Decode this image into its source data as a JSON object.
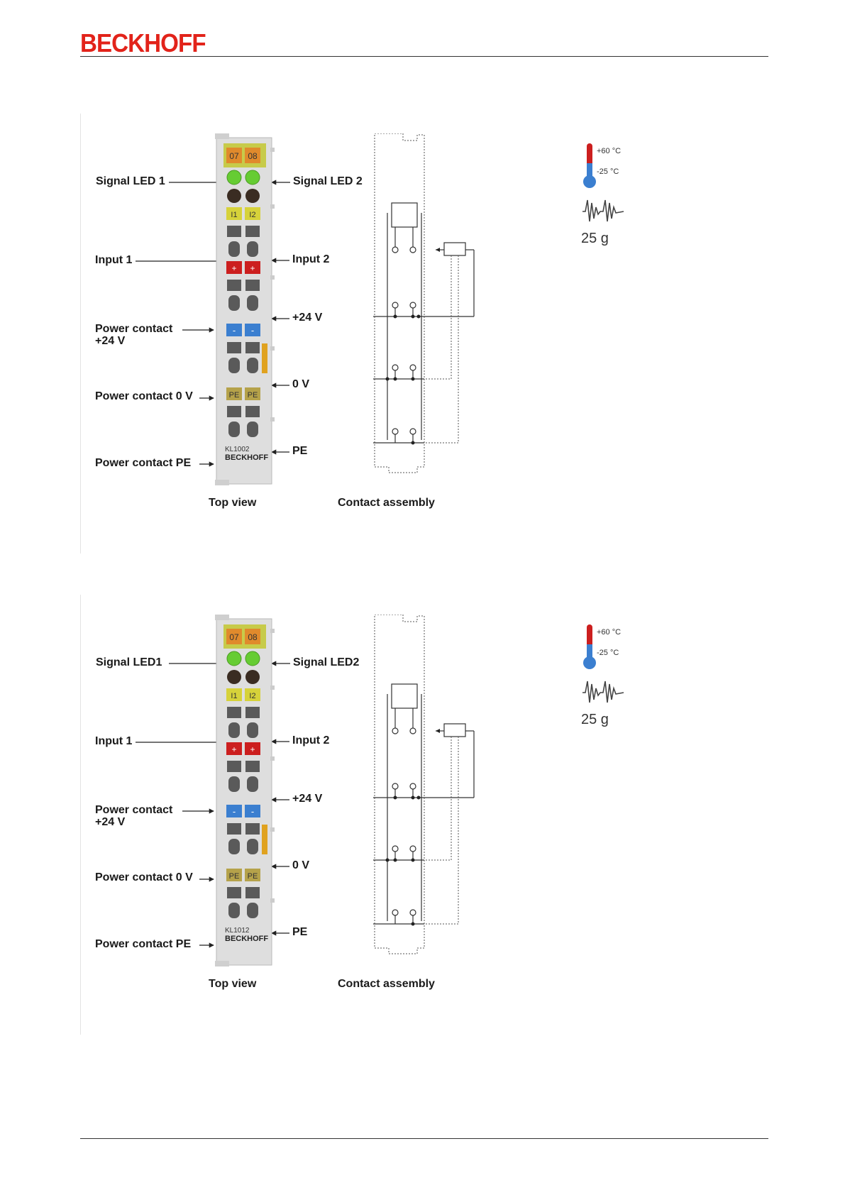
{
  "header": {
    "brand": "BECKHOFF"
  },
  "sections": [
    {
      "model": "KL1002",
      "module_brand": "BECKHOFF",
      "labels": {
        "signal_led_left": "Signal LED 1",
        "signal_led_right": "Signal LED 2",
        "input_left": "Input 1",
        "input_right": "Input 2",
        "power_24_right": "+24 V",
        "power_contact_24_l1": "Power contact",
        "power_contact_24_l2": "+24 V",
        "power_0_right": "0 V",
        "power_contact_0": "Power contact 0 V",
        "pe_right": "PE",
        "power_contact_pe": "Power contact PE"
      },
      "captions": {
        "top_view": "Top view",
        "contact_assembly": "Contact assembly"
      },
      "module_tags": {
        "ch1": "07",
        "ch2": "08",
        "in1": "I1",
        "in2": "I2",
        "plus": "+",
        "minus": "-",
        "pe": "PE"
      },
      "env": {
        "temp_max": "+60 °C",
        "temp_min": "-25 °C",
        "vibration": "25 g"
      }
    },
    {
      "model": "KL1012",
      "module_brand": "BECKHOFF",
      "labels": {
        "signal_led_left": "Signal LED1",
        "signal_led_right": "Signal LED2",
        "input_left": "Input 1",
        "input_right": "Input 2",
        "power_24_right": "+24 V",
        "power_contact_24_l1": "Power contact",
        "power_contact_24_l2": "+24 V",
        "power_0_right": "0 V",
        "power_contact_0": "Power contact 0 V",
        "pe_right": "PE",
        "power_contact_pe": "Power contact PE"
      },
      "captions": {
        "top_view": "Top view",
        "contact_assembly": "Contact assembly"
      },
      "module_tags": {
        "ch1": "07",
        "ch2": "08",
        "in1": "I1",
        "in2": "I2",
        "plus": "+",
        "minus": "-",
        "pe": "PE"
      },
      "env": {
        "temp_max": "+60 °C",
        "temp_min": "-25 °C",
        "vibration": "25 g"
      }
    }
  ],
  "colors": {
    "brand_red": "#e2231a",
    "led_green": "#66cc33",
    "tag_orange": "#e08a2c",
    "tag_yellow": "#d6d23a",
    "plus_red": "#cc1f1f",
    "minus_blue": "#3b7fd0",
    "pe_olive": "#b5a24a"
  }
}
